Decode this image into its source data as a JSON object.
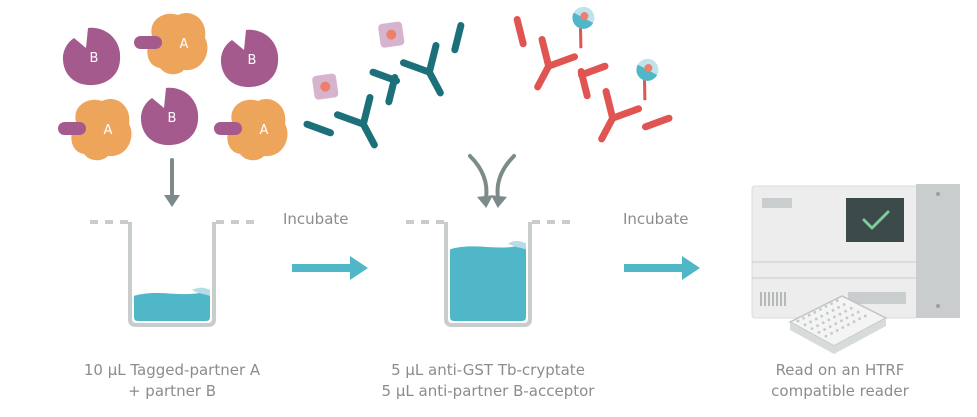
{
  "colors": {
    "partner_a": "#eda55c",
    "partner_b": "#a55a8e",
    "tag": "#a55a8e",
    "donor_antibody": "#1b7079",
    "acceptor_antibody": "#e05552",
    "cryptate_bg": "#d7b4cd",
    "cryptate_dot": "#ef7f6c",
    "acceptor_bg": "#bfe3ea",
    "acceptor_dot": "#ef7f6c",
    "liquid": "#4fb7c8",
    "liquid_light": "#b4dde5",
    "arrow_teal": "#4fb7c8",
    "arrow_grey": "#7d8a8a",
    "well_outline": "#c8cccc",
    "reader_body": "#ededed",
    "reader_screen": "#3c4a4a",
    "check": "#7ecba0",
    "text": "#8c8c8c"
  },
  "proteins": [
    {
      "type": "B",
      "label": "B"
    },
    {
      "type": "A",
      "label": "A"
    },
    {
      "type": "B",
      "label": "B"
    },
    {
      "type": "A",
      "label": "A"
    },
    {
      "type": "B",
      "label": "B"
    },
    {
      "type": "A",
      "label": "A"
    }
  ],
  "antibodies": [
    {
      "type": "donor",
      "label_icon": "tb-cryptate-icon"
    },
    {
      "type": "donor",
      "label_icon": "tb-cryptate-icon"
    },
    {
      "type": "acceptor",
      "label_icon": "acceptor-fluorophore-icon"
    },
    {
      "type": "acceptor",
      "label_icon": "acceptor-fluorophore-icon"
    }
  ],
  "steps": [
    {
      "arrow_label": "Incubate"
    },
    {
      "arrow_label": "Incubate"
    }
  ],
  "captions": [
    {
      "line1": "10 µL Tagged-partner A",
      "line2": "+ partner B"
    },
    {
      "line1": "5 µL anti-GST Tb-cryptate",
      "line2": "5 µL anti-partner B-acceptor"
    },
    {
      "line1": "Read on an HTRF",
      "line2": "compatible reader"
    }
  ],
  "wells": [
    {
      "fill_level": 0.3
    },
    {
      "fill_level": 0.78
    }
  ]
}
